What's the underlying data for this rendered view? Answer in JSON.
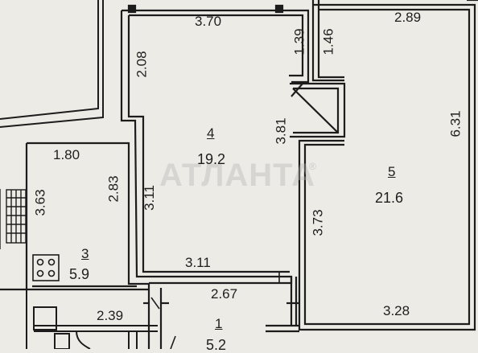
{
  "watermark": {
    "text": "АТЛАНТА",
    "mark": "®"
  },
  "rooms": [
    {
      "number": "4",
      "area": "19.2"
    },
    {
      "number": "5",
      "area": "21.6"
    },
    {
      "number": "3",
      "area": "5.9"
    },
    {
      "number": "1",
      "area": "5.2"
    }
  ],
  "dimensions": {
    "r4_top": "3.70",
    "r4_left": "2.08",
    "r4_right_upper": "1.39",
    "r4_right": "3.81",
    "r4_left_lower": "3.11",
    "r4_bottom": "3.11",
    "r5_top": "2.89",
    "r5_left_upper": "1.46",
    "r5_right": "6.31",
    "r5_left": "3.73",
    "r5_bottom": "3.28",
    "r3_top": "1.80",
    "r3_left": "3.63",
    "r3_right": "2.83",
    "r3_bottom": "2.39",
    "r1_top": "2.67"
  },
  "colors": {
    "paper": "#ecebe6",
    "wall": "#1c1c1c"
  }
}
